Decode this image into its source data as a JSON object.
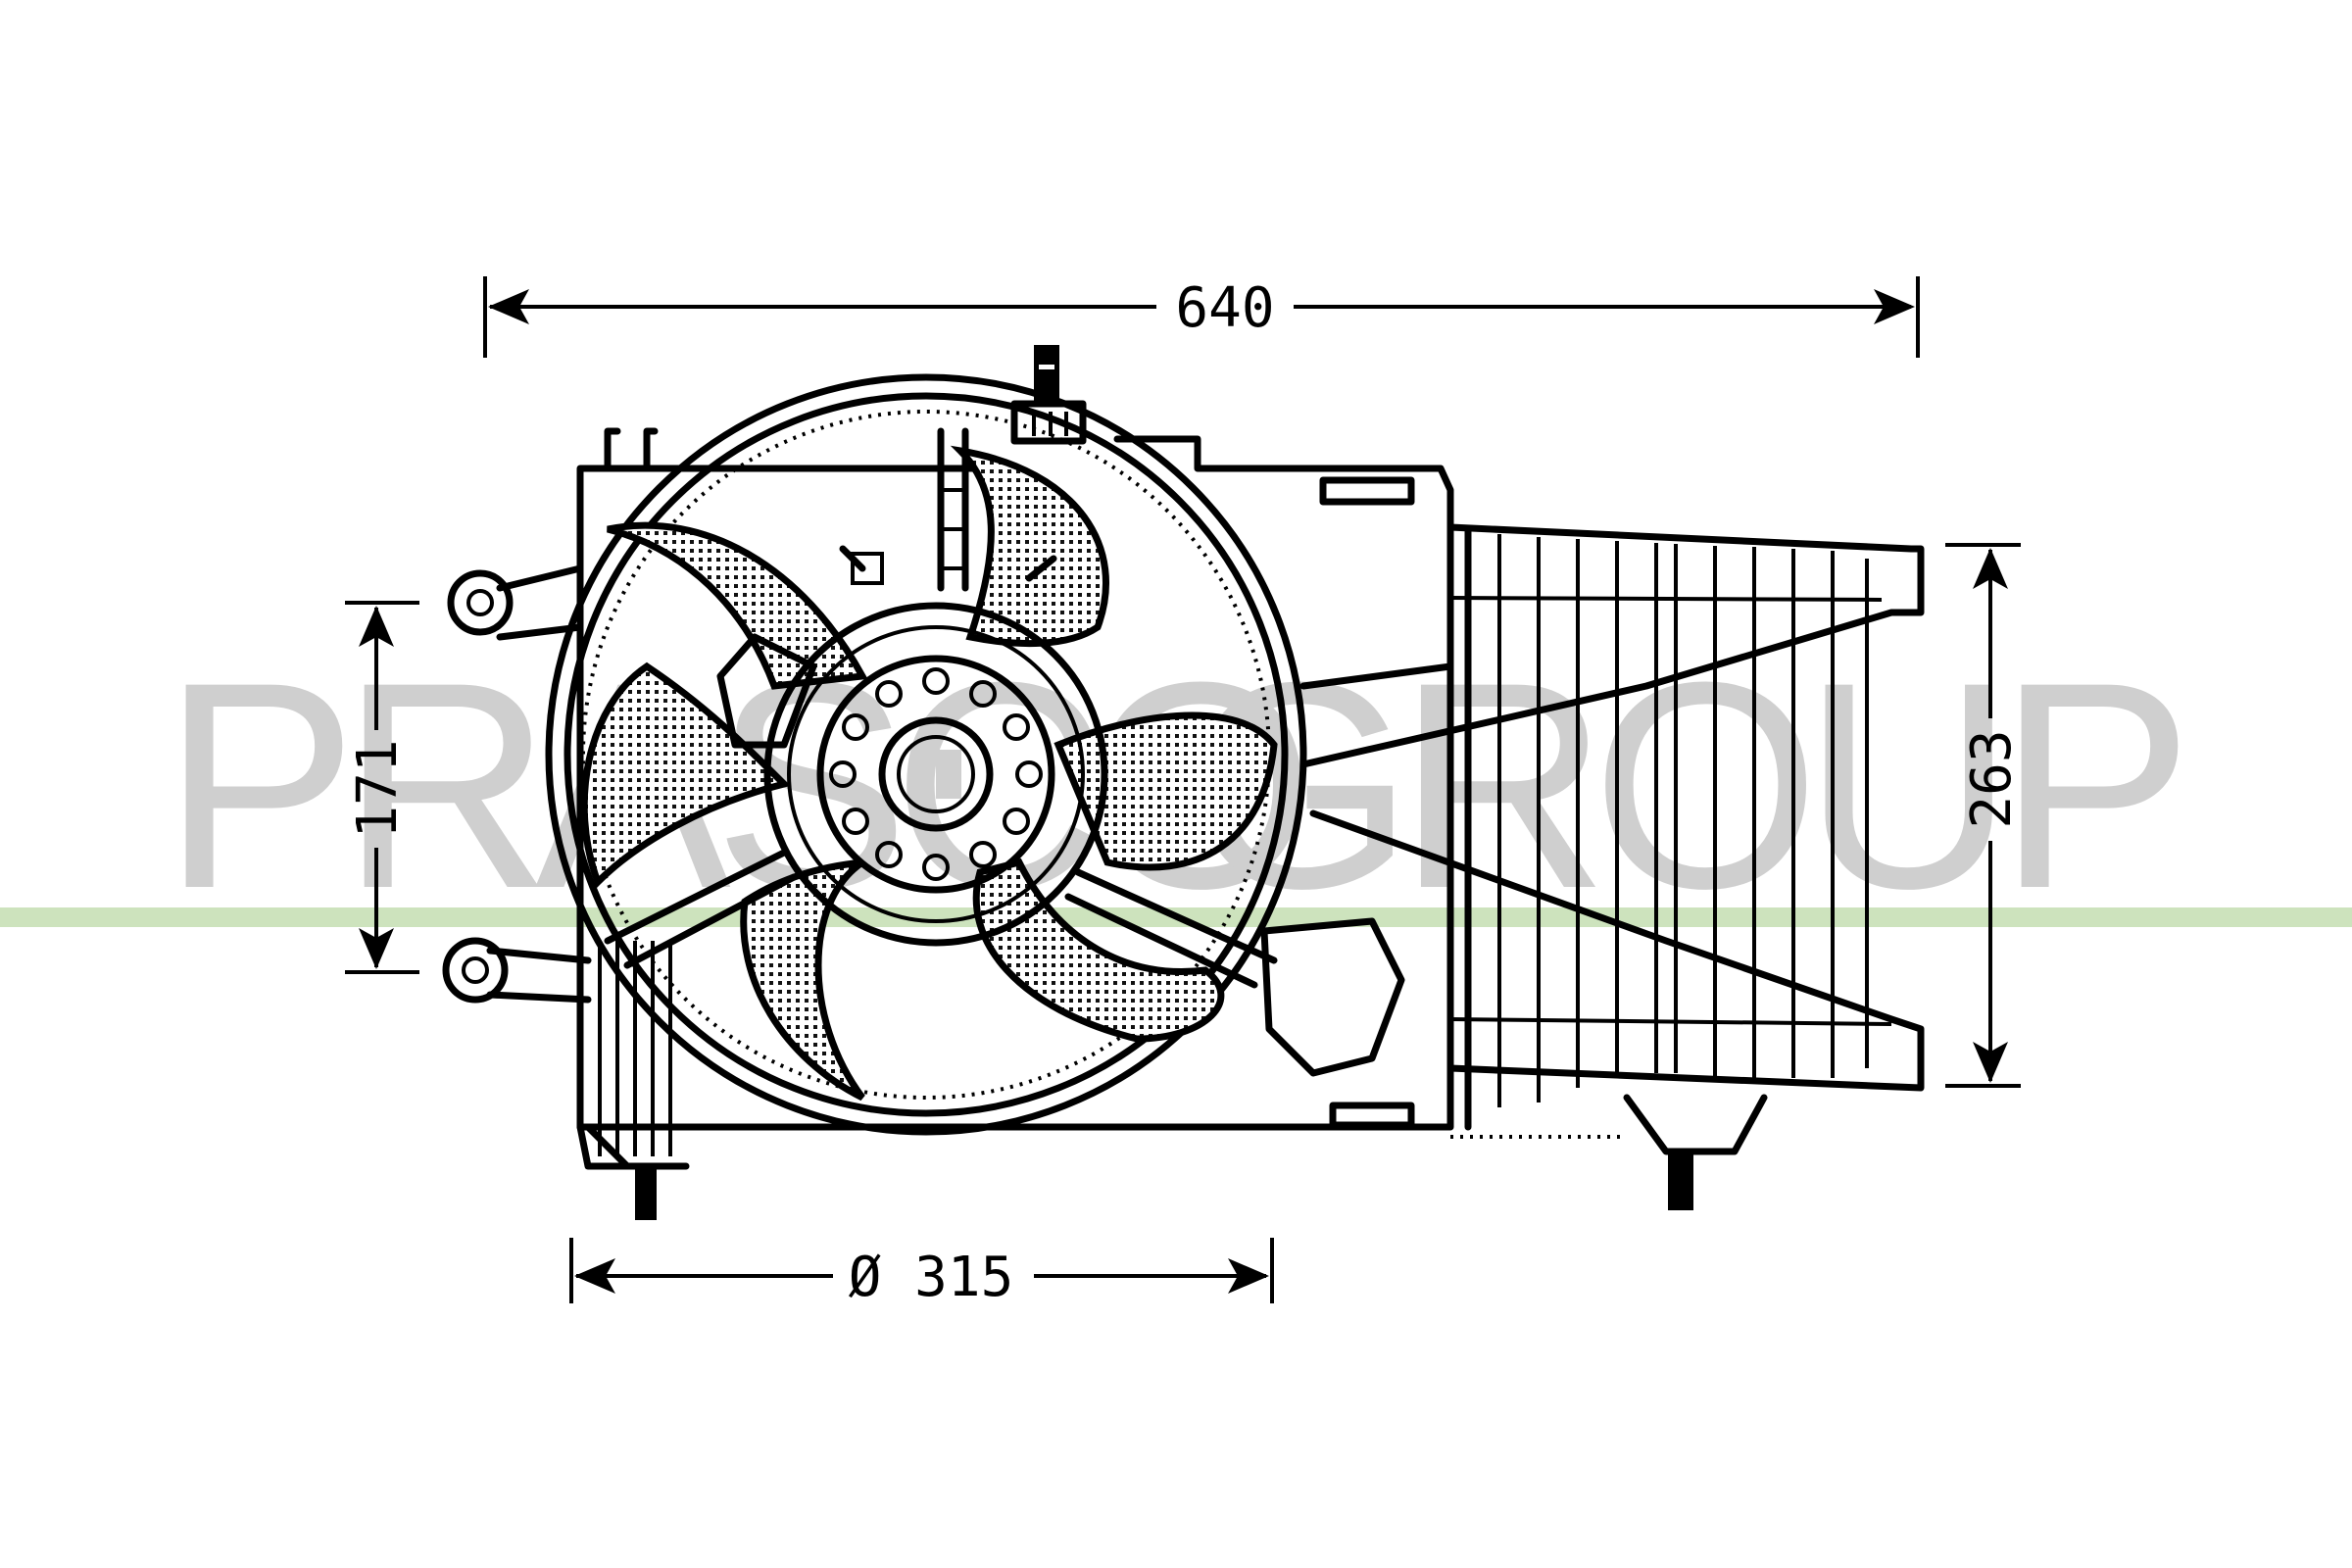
{
  "drawing": {
    "subject": "radiator cooling fan assembly",
    "watermark": {
      "text": "PRASCO GROUP",
      "left_part": "PRASCO",
      "right_part": "GROUP",
      "text_color": "#cfcfcf",
      "stripe_color": "#cde3bd"
    },
    "dimensions": {
      "overall_width": {
        "label": "640",
        "unit": "mm",
        "orientation": "horizontal"
      },
      "fan_diameter": {
        "label": "Ø 315",
        "value": "315",
        "unit": "mm",
        "orientation": "horizontal"
      },
      "mount_spacing_left": {
        "label": "171",
        "unit": "mm",
        "orientation": "vertical"
      },
      "overall_height_right": {
        "label": "263",
        "unit": "mm",
        "orientation": "vertical"
      }
    },
    "components": {
      "fan_blades": 6,
      "hub_holes": 12,
      "connector": "top electrical connector",
      "resistor": "lower-right resistor pack",
      "mounting_lugs": [
        "upper-left lug",
        "lower-left lug"
      ],
      "studs": [
        "bottom-left stud",
        "bottom-right stud",
        "top stud"
      ]
    },
    "colors": {
      "line": "#000000",
      "background": "#ffffff"
    }
  }
}
